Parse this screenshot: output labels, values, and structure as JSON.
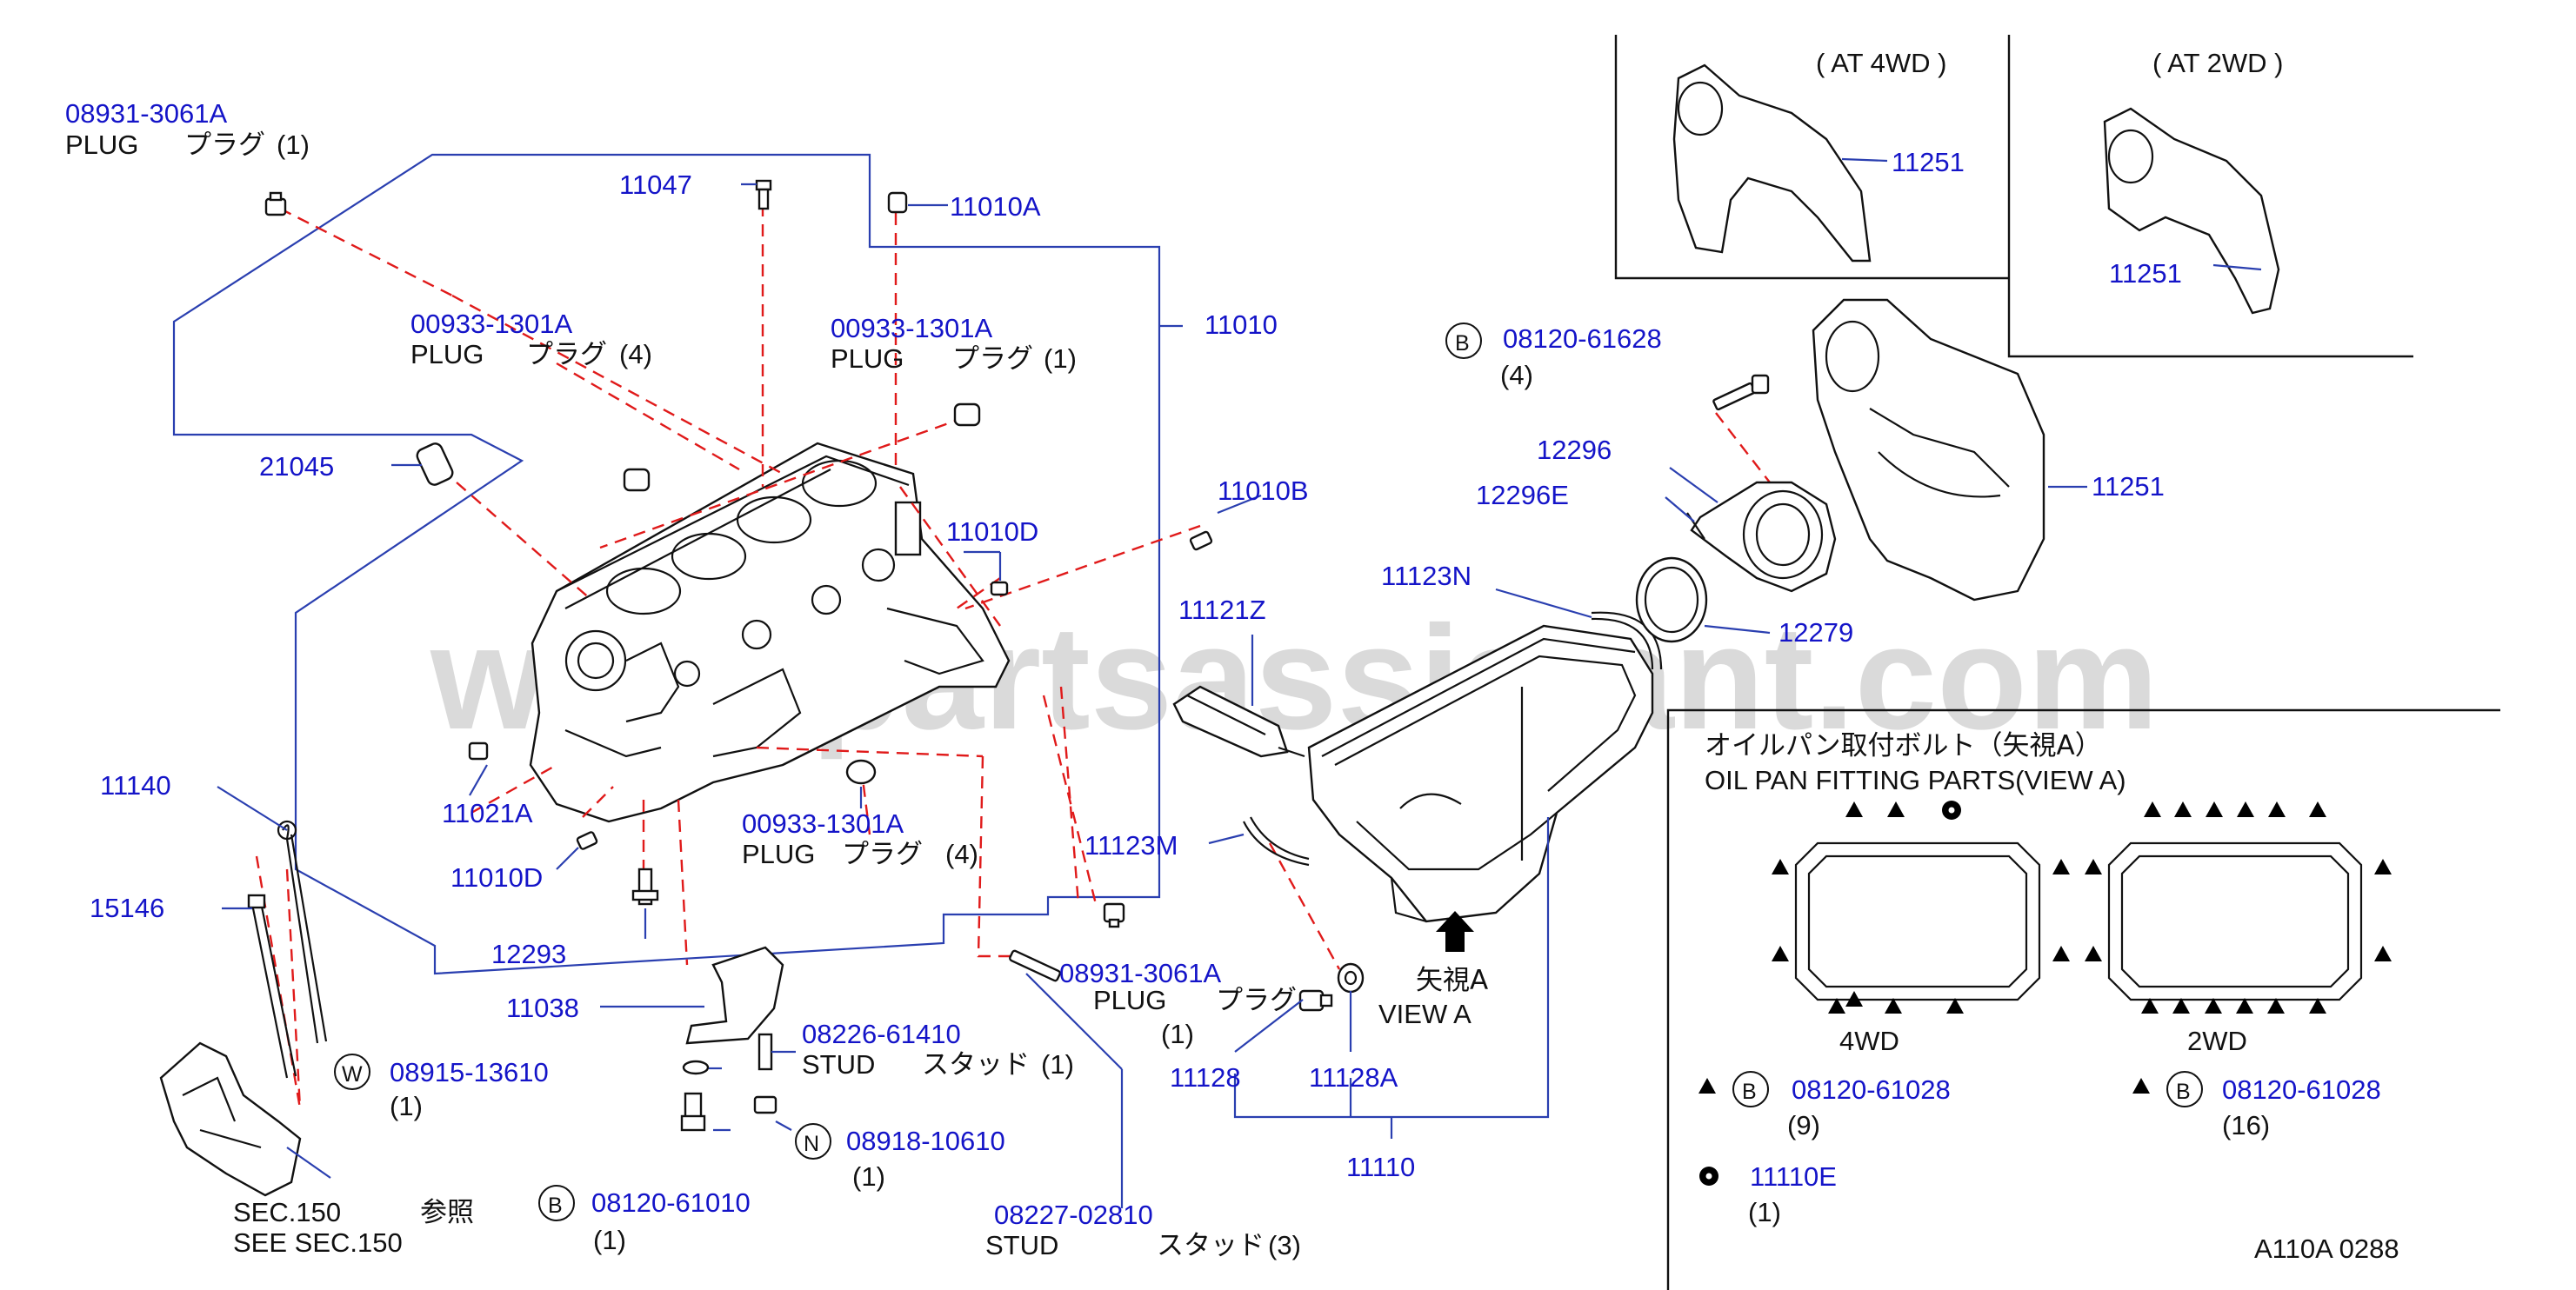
{
  "watermark": "www.partsassistant.com",
  "diagram_code": "A110A  0288",
  "insets": {
    "at4wd": "( AT  4WD )",
    "at2wd": "( AT  2WD )"
  },
  "oilpan_fitting": {
    "title_jp": "オイルパン取付ボルト（矢視A）",
    "title_en": "OIL  PAN  FITTING  PARTS(VIEW  A)",
    "label_4wd": "4WD",
    "label_2wd": "2WD",
    "bolt_4wd": {
      "prefix": "B",
      "part": "08120-61028",
      "qty": "(9)"
    },
    "bolt_2wd": {
      "prefix": "B",
      "part": "08120-61028",
      "qty": "(16)"
    },
    "item_e": {
      "part": "11110E",
      "qty": "(1)"
    }
  },
  "view_a": {
    "jp": "矢視A",
    "en": "VIEW  A"
  },
  "labels": {
    "p08931_top": "08931-3061A",
    "p08931_top_desc": "PLUG",
    "p08931_top_jp": "プラグ",
    "p08931_top_qty": "(1)",
    "p11047": "11047",
    "p11010A": "11010A",
    "p00933_l": "00933-1301A",
    "p00933_l_desc": "PLUG",
    "p00933_l_jp": "プラグ",
    "p00933_l_qty": "(4)",
    "p00933_m": "00933-1301A",
    "p00933_m_desc": "PLUG",
    "p00933_m_jp": "プラグ",
    "p00933_m_qty": "(1)",
    "p11010": "11010",
    "p21045": "21045",
    "p11010B": "11010B",
    "p11010D_r": "11010D",
    "p11021A": "11021A",
    "p11010D_l": "11010D",
    "p00933_b": "00933-1301A",
    "p00933_b_desc": "PLUG",
    "p00933_b_jp": "プラグ",
    "p00933_b_qty": "(4)",
    "p12293": "12293",
    "p11140": "11140",
    "p15146": "15146",
    "p11038": "11038",
    "p08226": "08226-61410",
    "p08226_desc": "STUD",
    "p08226_jp": "スタッド",
    "p08226_qty": "(1)",
    "p08915_prefix": "W",
    "p08915": "08915-13610",
    "p08915_qty": "(1)",
    "p08918_prefix": "N",
    "p08918": "08918-10610",
    "p08918_qty": "(1)",
    "p08120_61010_prefix": "B",
    "p08120_61010": "08120-61010",
    "p08120_61010_qty": "(1)",
    "p08227": "08227-02810",
    "p08227_desc": "STUD",
    "p08227_jp": "スタッド",
    "p08227_qty": "(3)",
    "sec_jp1": "SEC.150",
    "sec_jp2": "参照",
    "sec_en": "SEE  SEC.150",
    "p11121Z": "11121Z",
    "p11123N": "11123N",
    "p11123M": "11123M",
    "p08931_b": "08931-3061A",
    "p08931_b_desc": "PLUG",
    "p08931_b_jp": "プラグ",
    "p08931_b_qty": "(1)",
    "p11128": "11128",
    "p11128A": "11128A",
    "p11110": "11110",
    "p08120_61628_prefix": "B",
    "p08120_61628": "08120-61628",
    "p08120_61628_qty": "(4)",
    "p12296": "12296",
    "p12296E": "12296E",
    "p12279": "12279",
    "p11251_main": "11251",
    "p11251_4wd": "11251",
    "p11251_2wd": "11251"
  }
}
